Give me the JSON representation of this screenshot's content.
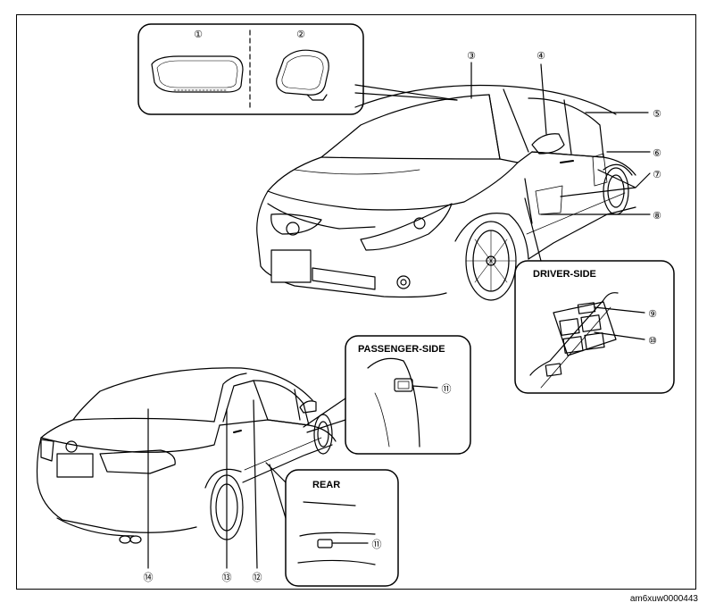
{
  "callouts": [
    "①",
    "②",
    "③",
    "④",
    "⑤",
    "⑥",
    "⑦",
    "⑧",
    "⑨",
    "⑩",
    "⑪",
    "⑪",
    "⑫",
    "⑬",
    "⑭"
  ],
  "panels": {
    "driver": "DRIVER-SIDE",
    "passenger": "PASSENGER-SIDE",
    "rear": "REAR"
  },
  "mirror_lettering": "",
  "doc_id": "am6xuw0000443"
}
